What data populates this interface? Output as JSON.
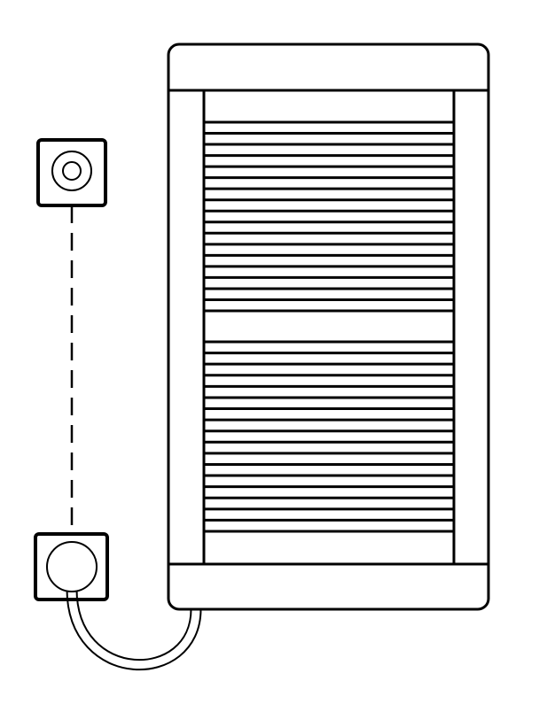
{
  "drawing": {
    "stroke_color": "#000000",
    "background_color": "#ffffff",
    "upper_rail_count": 18,
    "lower_rail_count": 18,
    "icons": [
      "towel-radiator",
      "wall-socket-outlet",
      "plug-socket",
      "power-cable"
    ]
  }
}
